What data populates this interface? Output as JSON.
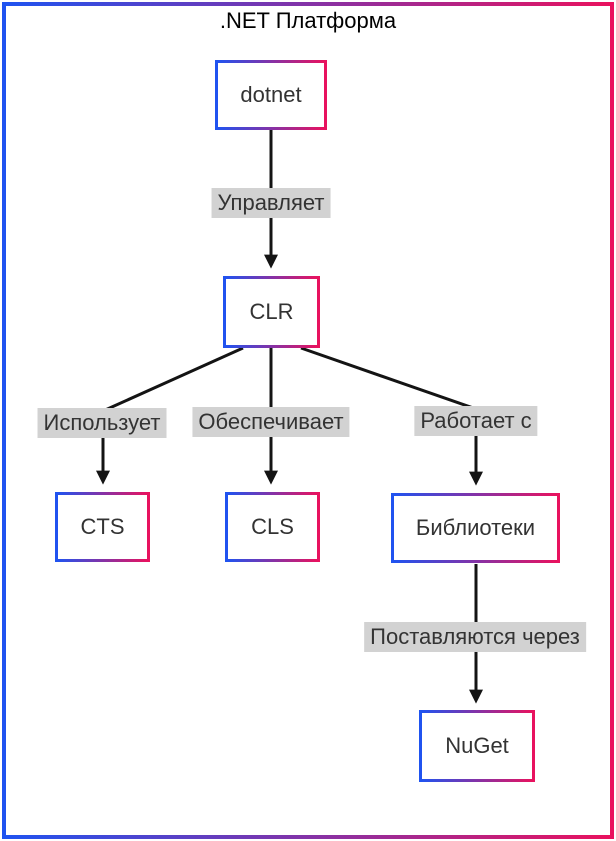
{
  "title": ".NET Платформа",
  "diagram": {
    "type": "flowchart",
    "nodes": {
      "dotnet": {
        "label": "dotnet"
      },
      "clr": {
        "label": "CLR"
      },
      "cts": {
        "label": "CTS"
      },
      "cls": {
        "label": "CLS"
      },
      "libraries": {
        "label": "Библиотеки"
      },
      "nuget": {
        "label": "NuGet"
      }
    },
    "edges": [
      {
        "from": "dotnet",
        "to": "clr",
        "label": "Управляет"
      },
      {
        "from": "clr",
        "to": "cts",
        "label": "Использует"
      },
      {
        "from": "clr",
        "to": "cls",
        "label": "Обеспечивает"
      },
      {
        "from": "clr",
        "to": "libraries",
        "label": "Работает с"
      },
      {
        "from": "libraries",
        "to": "nuget",
        "label": "Поставляются через"
      }
    ]
  },
  "colors": {
    "border_gradient_start": "#1f53f0",
    "border_gradient_end": "#e9125e",
    "edge_label_bg": "#d2d2d2",
    "line": "#141414",
    "node_text": "#333333",
    "title_text": "#000000",
    "background": "#ffffff"
  }
}
